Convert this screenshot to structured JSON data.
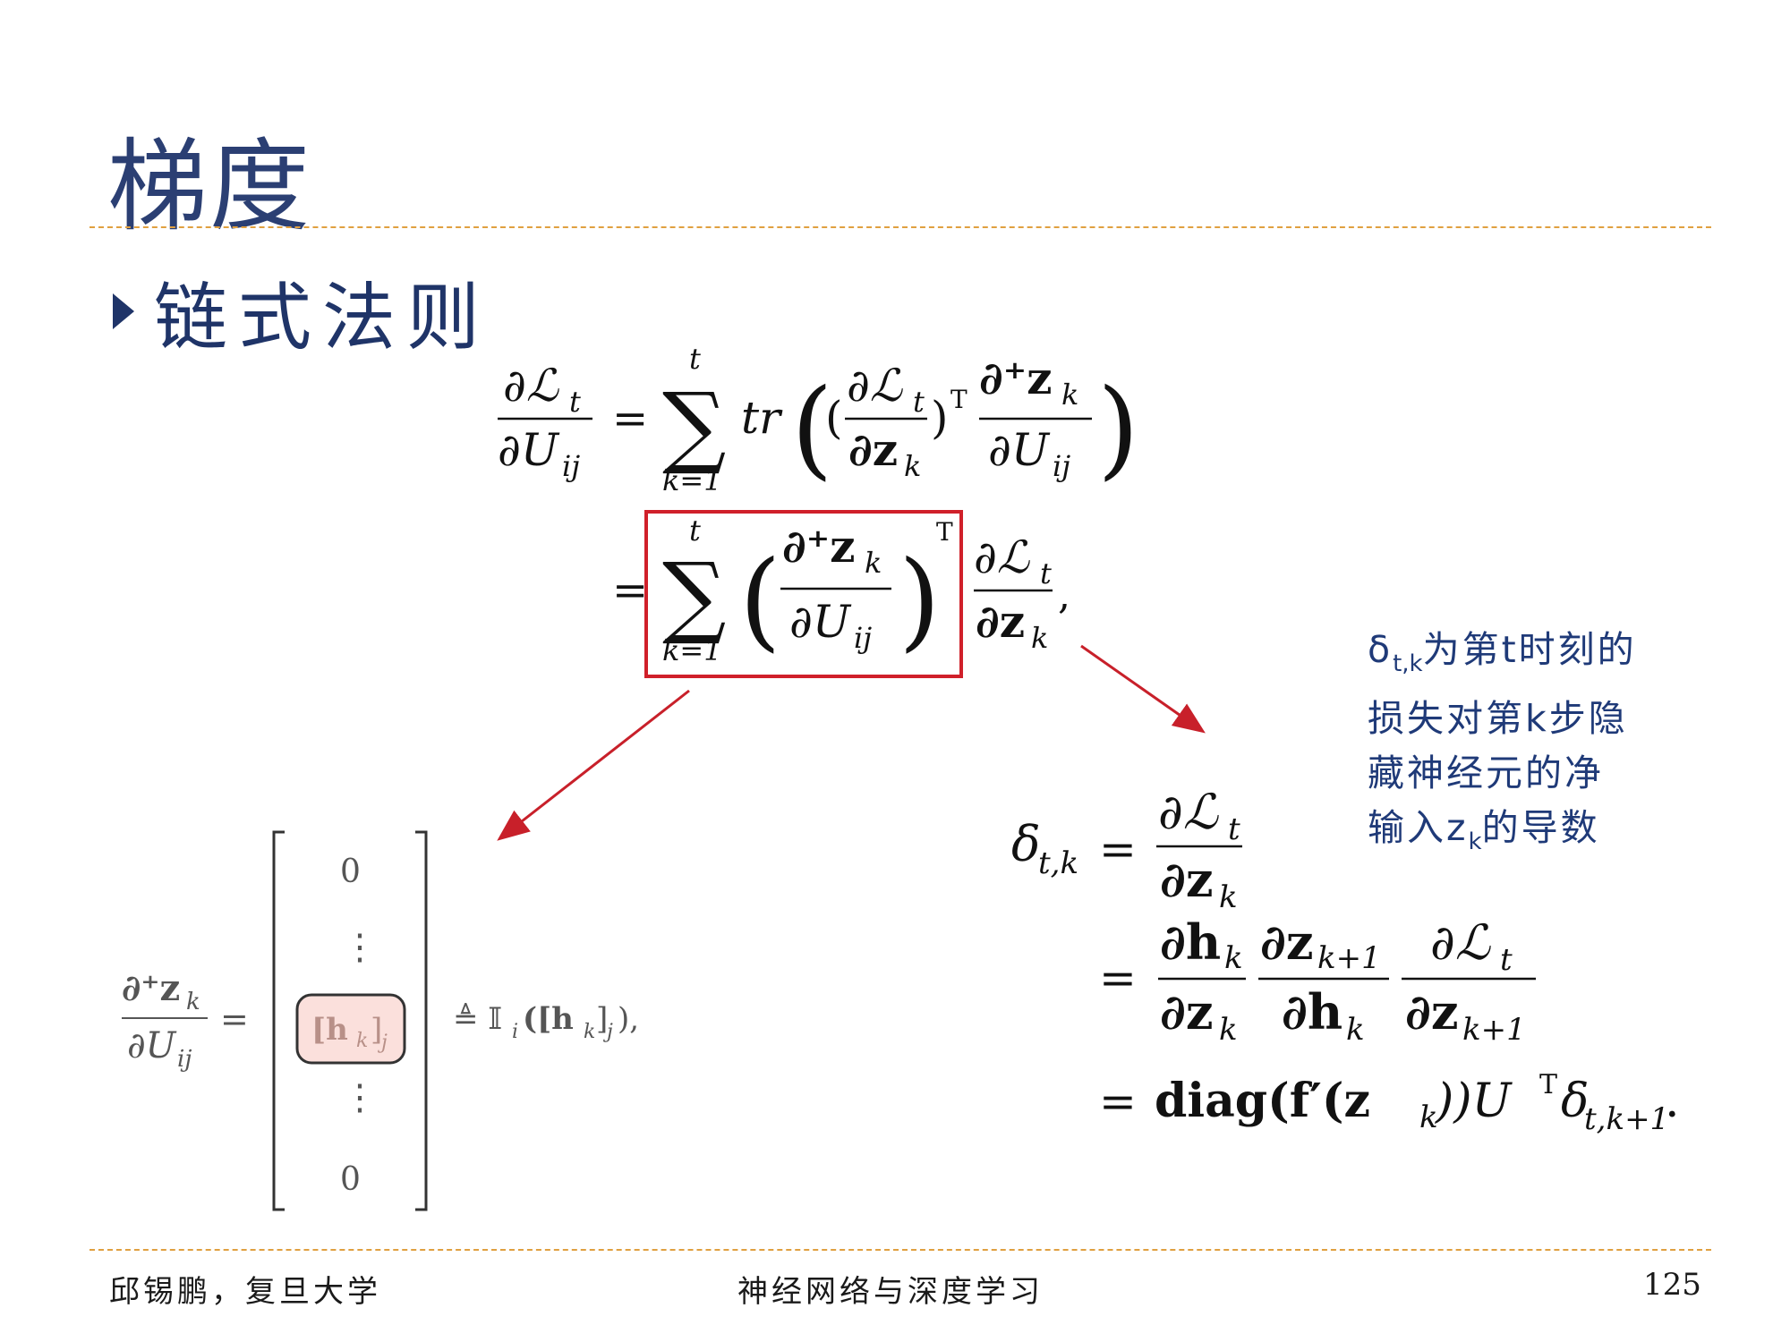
{
  "slide": {
    "title": "梯度",
    "bullet": "链式法则"
  },
  "equations": {
    "eq1_lhs_num": "∂ℒ",
    "eq1_lhs_num_sub": "t",
    "eq1_lhs_den": "∂U",
    "eq1_lhs_den_sub": "ij",
    "sum_upper": "t",
    "sum_lower": "k=1",
    "tr": "tr",
    "transpose": "T",
    "equals": "=",
    "comma": ",",
    "dz_den": "∂z",
    "dz_sub": "k",
    "dplus_z": "∂⁺z",
    "delta_lhs": "δ",
    "delta_sub": "t,k",
    "dh": "∂h",
    "dz_k1_sub": "k+1",
    "diag_line": "diag(f′(z",
    "diag_line_end": "))U",
    "delta_end_sub": "t,k+1",
    "period": ".",
    "matrix_zero": "0",
    "matrix_dots": "⋮",
    "matrix_mid": "[h",
    "matrix_mid_sub": "k",
    "matrix_mid_j": "]",
    "matrix_mid_jsub": "j",
    "defeq_text": "≜ 𝕀",
    "defeq_sub": "i",
    "defeq_arg": "([h",
    "defeq_arg_end": "]",
    "defeq_tail": "),"
  },
  "note": {
    "delta": "δ",
    "delta_sub": "t,k",
    "line1_rest": "为第t时刻的",
    "line2": "损失对第k步隐",
    "line3": "藏神经元的净",
    "line4_pre": "输入z",
    "line4_sub": "k",
    "line4_post": "的导数"
  },
  "footer": {
    "author": "邱锡鹏，复旦大学",
    "course": "神经网络与深度学习",
    "page": "125"
  },
  "colors": {
    "title": "#2b3f73",
    "rule": "#e0a040",
    "highlight_box": "#d0202a",
    "arrow": "#c8202a",
    "note": "#1f3a78",
    "matrix_cell_fill": "#fbe0dc"
  }
}
